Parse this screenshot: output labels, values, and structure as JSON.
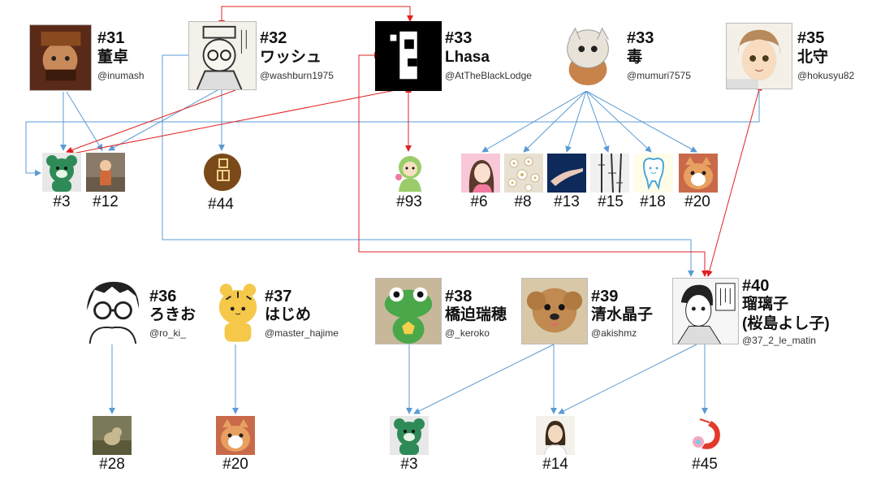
{
  "main_nodes": [
    {
      "id": "n31",
      "number": "#31",
      "name": "董卓",
      "handle": "@inumash",
      "color": "#7a3a22"
    },
    {
      "id": "n32",
      "number": "#32",
      "name": "ワッシュ",
      "handle": "@washburn1975",
      "color": "#e9e2d2"
    },
    {
      "id": "n33a",
      "number": "#33",
      "name": "Lhasa",
      "handle": "@AtTheBlackLodge",
      "color": "#000000"
    },
    {
      "id": "n33b",
      "number": "#33",
      "name": "毒",
      "handle": "@mumuri7575",
      "color": "#f2d49a"
    },
    {
      "id": "n35",
      "number": "#35",
      "name": "北守",
      "handle": "@hokusyu82",
      "color": "#c9a77c"
    },
    {
      "id": "n36",
      "number": "#36",
      "name": "ろきお",
      "handle": "@ro_ki_",
      "color": "#f2f2f2"
    },
    {
      "id": "n37",
      "number": "#37",
      "name": "はじめ",
      "handle": "@master_hajime",
      "color": "#f5c84a"
    },
    {
      "id": "n38",
      "number": "#38",
      "name": "橋迫瑞穂",
      "handle": "@_keroko",
      "color": "#4aa84a"
    },
    {
      "id": "n39",
      "number": "#39",
      "name": "清水晶子",
      "handle": "@akishmz",
      "color": "#b07a45"
    },
    {
      "id": "n40",
      "number": "#40",
      "name_line1": "瑠璃子",
      "name_line2": "(桜島よし子)",
      "handle": "@37_2_le_matin",
      "color": "#eeeeee"
    }
  ],
  "small_nodes": [
    {
      "id": "s3a",
      "label": "#3",
      "icon": "green-bear-icon",
      "color": "#2e8b57"
    },
    {
      "id": "s12",
      "label": "#12",
      "icon": "child-photo-icon",
      "color": "#c06a3a"
    },
    {
      "id": "s44",
      "label": "#44",
      "icon": "brown-circle-icon",
      "color": "#7a4a1a"
    },
    {
      "id": "s93",
      "label": "#93",
      "icon": "green-character-icon",
      "color": "#9acd6a"
    },
    {
      "id": "s6",
      "label": "#6",
      "icon": "pink-portrait-icon",
      "color": "#f4a6c0"
    },
    {
      "id": "s8",
      "label": "#8",
      "icon": "flowers-icon",
      "color": "#e8e0d0"
    },
    {
      "id": "s13",
      "label": "#13",
      "icon": "blue-hand-icon",
      "color": "#1a4a8a"
    },
    {
      "id": "s15",
      "label": "#15",
      "icon": "bamboo-icon",
      "color": "#dddddd"
    },
    {
      "id": "s18",
      "label": "#18",
      "icon": "tooth-icon",
      "color": "#8fd3ea"
    },
    {
      "id": "s20a",
      "label": "#20",
      "icon": "cat-icon",
      "color": "#d98a4a"
    },
    {
      "id": "s28",
      "label": "#28",
      "icon": "cat-outdoor-icon",
      "color": "#6a6a4a"
    },
    {
      "id": "s20b",
      "label": "#20",
      "icon": "cat-icon",
      "color": "#d98a4a"
    },
    {
      "id": "s3b",
      "label": "#3",
      "icon": "green-bear-icon",
      "color": "#2e8b57"
    },
    {
      "id": "s14",
      "label": "#14",
      "icon": "woman-portrait-icon",
      "color": "#e8d8c8"
    },
    {
      "id": "s45",
      "label": "#45",
      "icon": "shrimp-icon",
      "color": "#e23a2a"
    }
  ],
  "colors": {
    "blue_edge": "#5b9bd5",
    "red_edge": "#e02020"
  }
}
